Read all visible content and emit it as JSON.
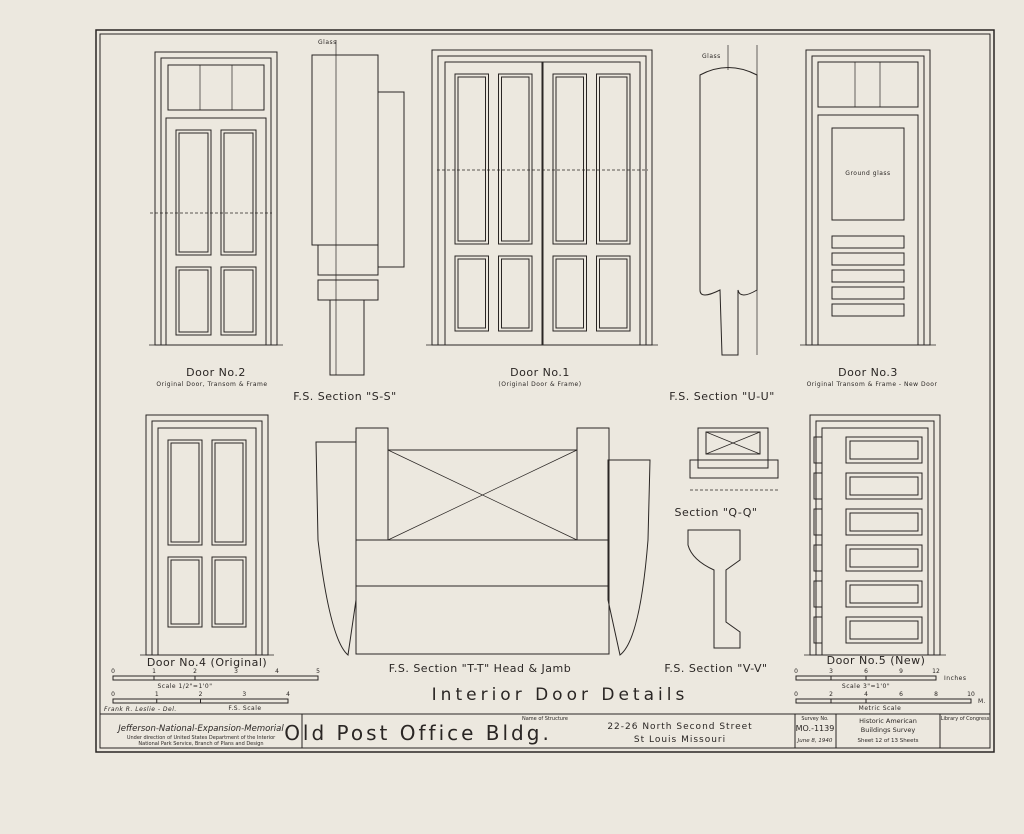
{
  "sheet_title": "Interior Door Details",
  "drawings": {
    "door2": {
      "title": "Door No.2",
      "subtitle": "Original Door, Transom & Frame"
    },
    "section_ss": {
      "title": "F.S. Section \"S-S\"",
      "note": "Glass"
    },
    "door1": {
      "title": "Door No.1",
      "subtitle": "(Original Door & Frame)"
    },
    "section_uu": {
      "title": "F.S. Section \"U-U\"",
      "note": "Glass"
    },
    "door3": {
      "title": "Door No.3",
      "subtitle": "Original Transom & Frame - New Door",
      "note": "Ground glass"
    },
    "door4": {
      "title": "Door No.4 (Original)"
    },
    "section_tt": {
      "title": "F.S. Section \"T-T\" Head & Jamb"
    },
    "section_qq": {
      "title": "Section \"Q-Q\""
    },
    "section_vv": {
      "title": "F.S. Section \"V-V\""
    },
    "door5": {
      "title": "Door No.5 (New)"
    }
  },
  "scales": {
    "left_scale_label": "Scale 1/2\"=1'0\"",
    "left_scale_ticks": [
      "0",
      "1",
      "2",
      "3",
      "4",
      "5"
    ],
    "fs_scale_label": "F.S. Scale",
    "fs_scale_ticks": [
      "0",
      "1",
      "2",
      "3",
      "4"
    ],
    "right_scale_label": "Scale 3\"=1'0\"",
    "right_scale_ticks": [
      "0",
      "3",
      "6",
      "9",
      "12"
    ],
    "right_scale_unit": "Inches",
    "metric_label": "Metric Scale",
    "metric_ticks": [
      "0",
      "2",
      "4",
      "6",
      "8",
      "10"
    ],
    "metric_unit": "M."
  },
  "delineator": "Frank R. Leslie - Del.",
  "title_block": {
    "project": "Jefferson-National-Expansion-Memorial",
    "project_sub1": "Under direction of United States Department of the Interior",
    "project_sub2": "National Park Service, Branch of Plans and Design",
    "name_label": "Name of Structure",
    "structure": "Old Post Office Bldg.",
    "address1": "22-26 North Second Street",
    "address2": "St Louis   Missouri",
    "survey_label": "Survey No.",
    "survey_no": "MO.-1139",
    "date": "June 8, 1940",
    "habs1": "Historic American",
    "habs2": "Buildings Survey",
    "sheet": "Sheet 12 of 13 Sheets",
    "library": "Library of Congress"
  }
}
